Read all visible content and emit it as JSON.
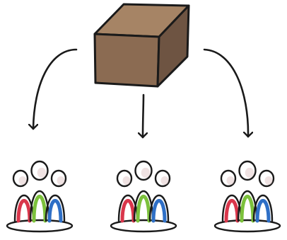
{
  "colors": {
    "background": "#ffffff",
    "outline": "#1a1a1a",
    "box_top": "#a68465",
    "box_front": "#8b6b52",
    "box_side": "#6e5442",
    "figure_fill": "#ffffff",
    "figure_shadow": "#e4cfcf",
    "red": "#d9364b",
    "green": "#7cc13c",
    "blue": "#2e6fc6"
  },
  "icons": {
    "box": "cardboard-box-icon",
    "arrow": "curved-arrow-icon",
    "group": "three-people-group-icon"
  },
  "groups": [
    {
      "id": "left"
    },
    {
      "id": "center"
    },
    {
      "id": "right"
    }
  ],
  "arrows": [
    {
      "id": "left",
      "style": "curved"
    },
    {
      "id": "center",
      "style": "straight"
    },
    {
      "id": "right",
      "style": "curved"
    }
  ]
}
